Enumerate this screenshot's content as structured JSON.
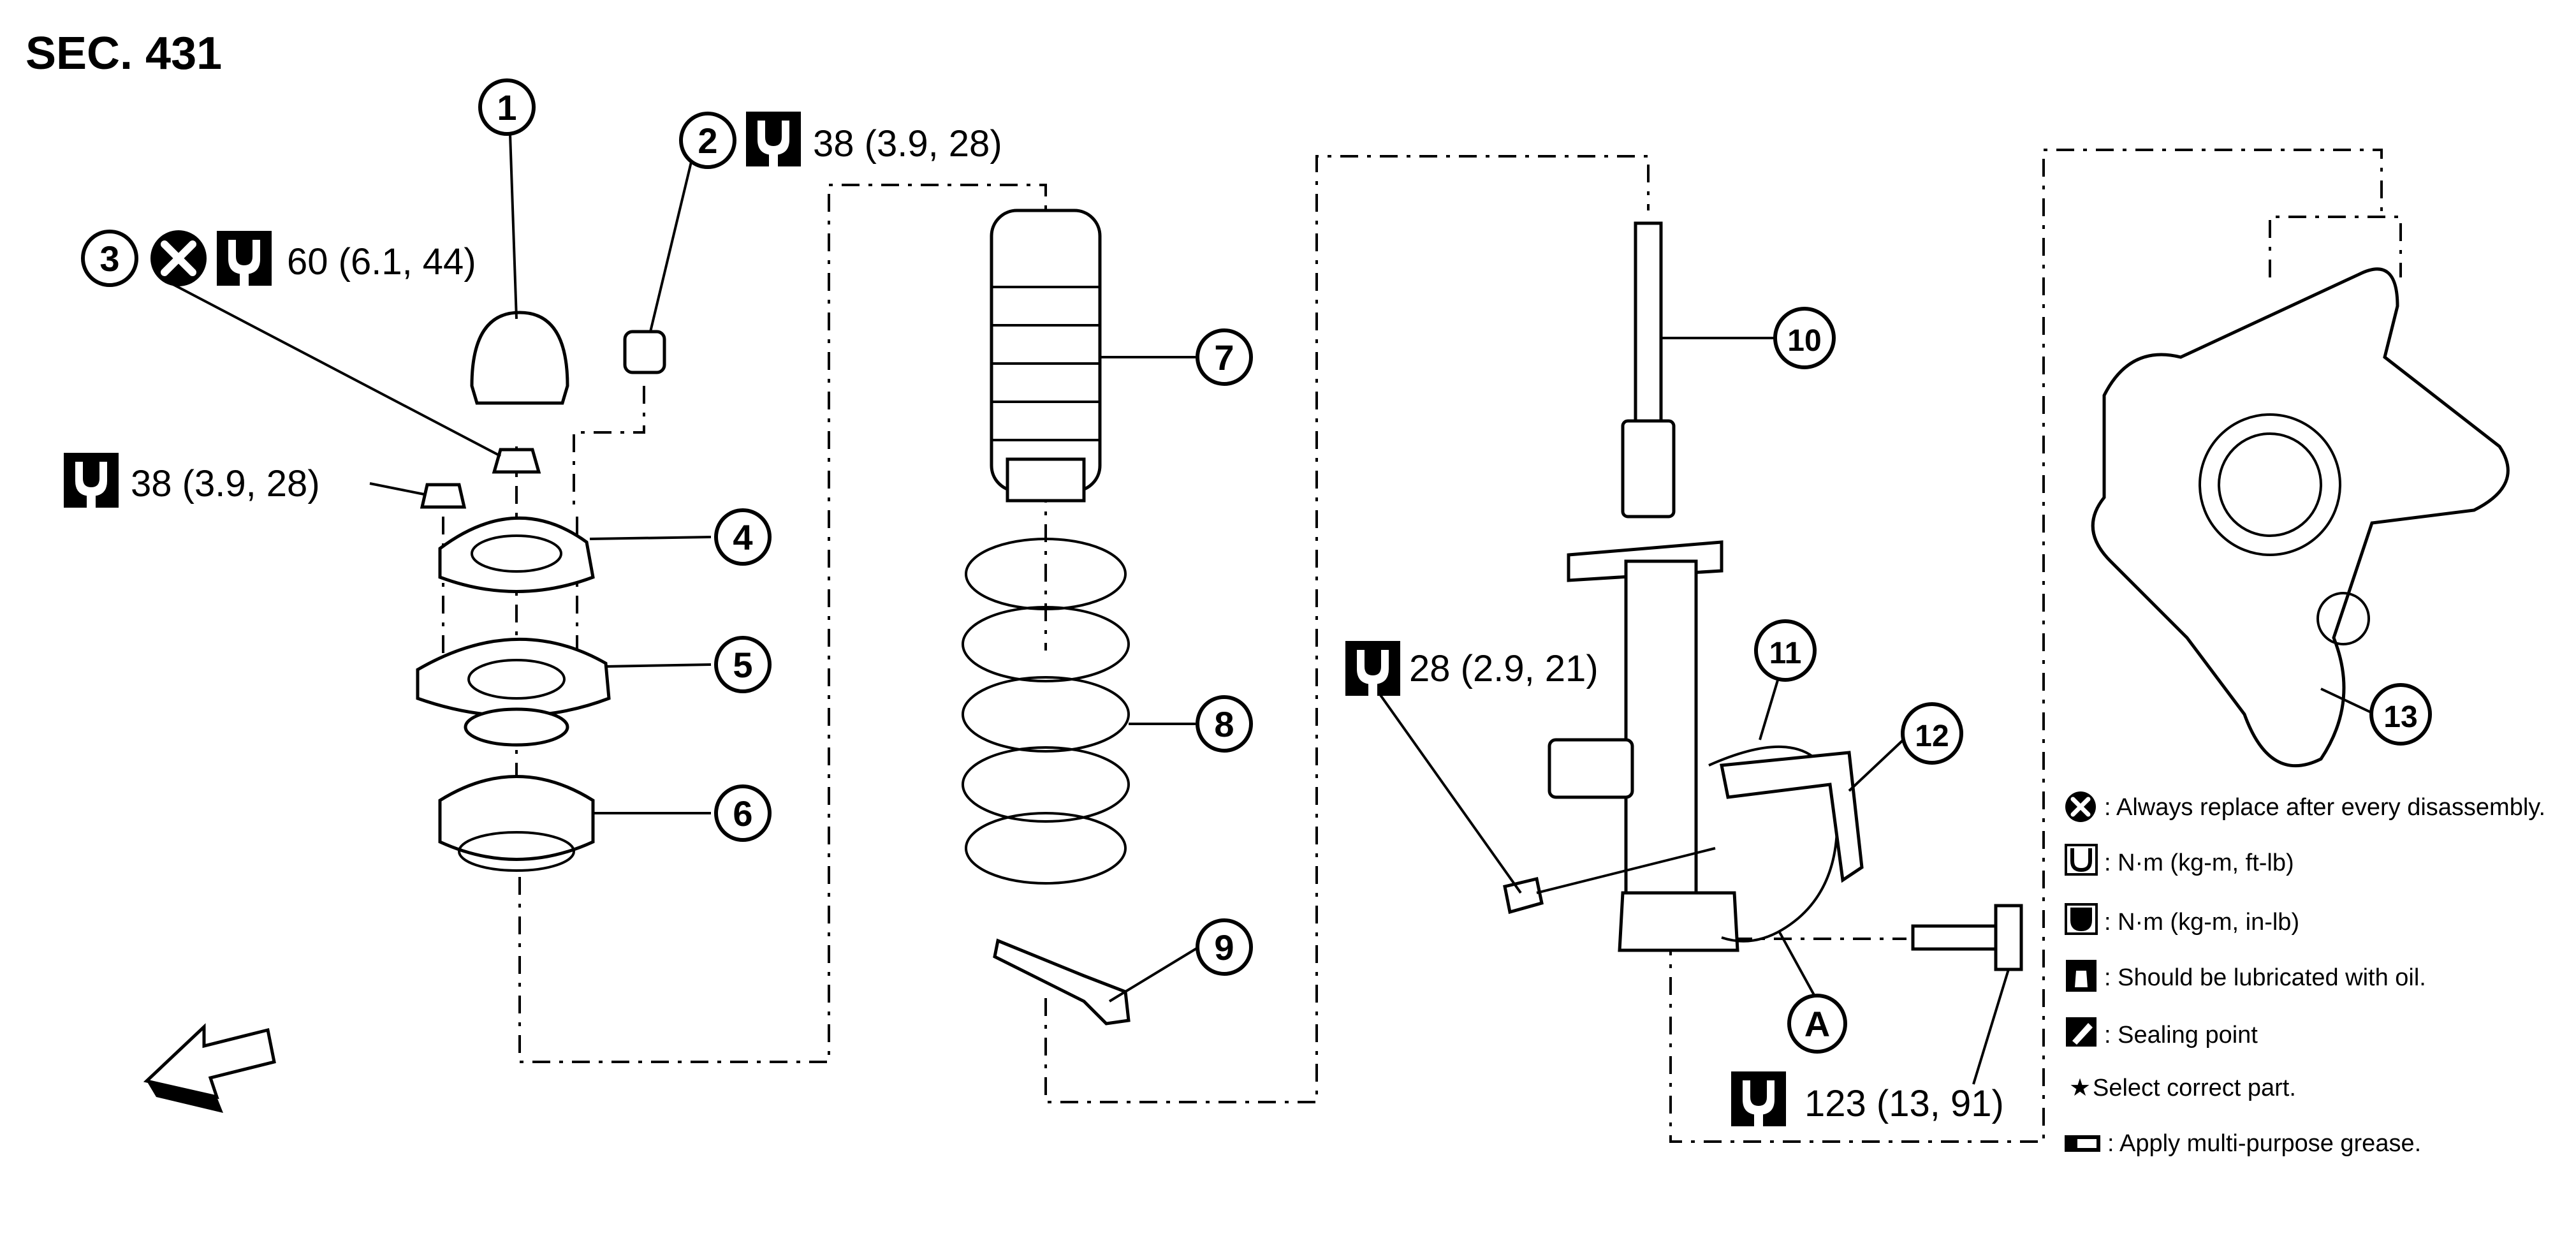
{
  "section": {
    "title": "SEC. 431"
  },
  "parts": [
    {
      "num": "1"
    },
    {
      "num": "2"
    },
    {
      "num": "3"
    },
    {
      "num": "4"
    },
    {
      "num": "5"
    },
    {
      "num": "6"
    },
    {
      "num": "7"
    },
    {
      "num": "8"
    },
    {
      "num": "9"
    },
    {
      "num": "10"
    },
    {
      "num": "11"
    },
    {
      "num": "12"
    },
    {
      "num": "13"
    },
    {
      "num": "A"
    }
  ],
  "torques": {
    "part2": "38 (3.9, 28)",
    "part3": "60 (6.1, 44)",
    "nut_left": "38 (3.9, 28)",
    "bolt_mid": "28 (2.9, 21)",
    "bolt_bottom": "123 (13, 91)"
  },
  "legend": [
    {
      "icon": "replace-x-icon",
      "text": ": Always replace after every disassembly."
    },
    {
      "icon": "torque-ft-lb-icon",
      "text": ": N·m (kg-m, ft-lb)"
    },
    {
      "icon": "torque-in-lb-icon",
      "text": ": N·m (kg-m, in-lb)"
    },
    {
      "icon": "oil-can-icon",
      "text": ": Should be lubricated with oil."
    },
    {
      "icon": "sealing-point-icon",
      "text": ": Sealing point"
    },
    {
      "icon": "star-icon",
      "text": "Select correct part.",
      "symbol": "★"
    },
    {
      "icon": "grease-icon",
      "text": ": Apply multi-purpose grease."
    }
  ]
}
